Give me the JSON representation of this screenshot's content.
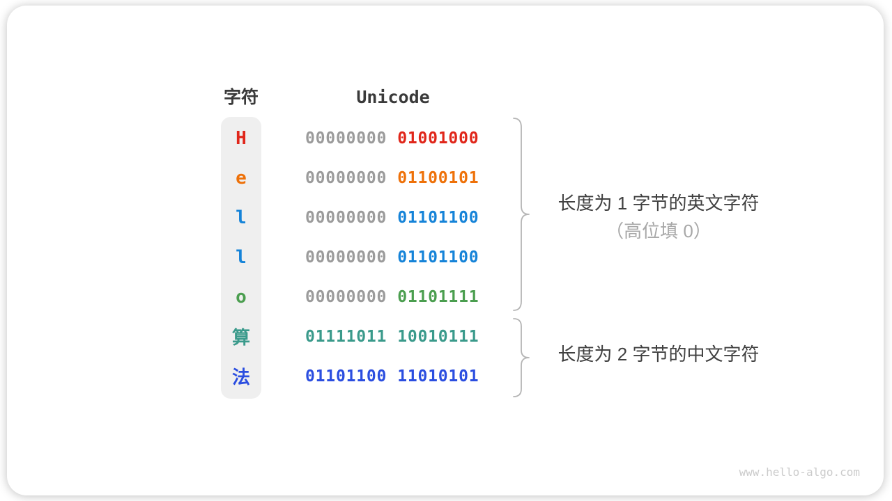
{
  "header": {
    "char_col": "字符",
    "unicode_col": "Unicode"
  },
  "rows": [
    {
      "char": "H",
      "char_color": "#e0261a",
      "byte1": "00000000",
      "byte1_color": "#9b9b9b",
      "byte2": "01001000",
      "byte2_color": "#e0261a"
    },
    {
      "char": "e",
      "char_color": "#ee7109",
      "byte1": "00000000",
      "byte1_color": "#9b9b9b",
      "byte2": "01100101",
      "byte2_color": "#ee7109"
    },
    {
      "char": "l",
      "char_color": "#1583d8",
      "byte1": "00000000",
      "byte1_color": "#9b9b9b",
      "byte2": "01101100",
      "byte2_color": "#1583d8"
    },
    {
      "char": "l",
      "char_color": "#1583d8",
      "byte1": "00000000",
      "byte1_color": "#9b9b9b",
      "byte2": "01101100",
      "byte2_color": "#1583d8"
    },
    {
      "char": "o",
      "char_color": "#4b9e4f",
      "byte1": "00000000",
      "byte1_color": "#9b9b9b",
      "byte2": "01101111",
      "byte2_color": "#4b9e4f"
    },
    {
      "char": "算",
      "char_color": "#3a9a8b",
      "byte1": "01111011",
      "byte1_color": "#3a9a8b",
      "byte2": "10010111",
      "byte2_color": "#3a9a8b"
    },
    {
      "char": "法",
      "char_color": "#2b4ee0",
      "byte1": "01101100",
      "byte1_color": "#2b4ee0",
      "byte2": "11010101",
      "byte2_color": "#2b4ee0"
    }
  ],
  "annotations": [
    {
      "line1": "长度为 1 字节的英文字符",
      "line2": "（高位填 0）"
    },
    {
      "line1": "长度为 2 字节的中文字符"
    }
  ],
  "watermark": "www.hello-algo.com",
  "colors": {
    "bin_gray": "#9b9b9b",
    "header_text": "#3a3a3a",
    "label_dark": "#404040",
    "label_gray": "#a8a8a8",
    "brace": "#b5b5b5",
    "strip_bg": "#efefef",
    "watermark": "#cbcbcb"
  }
}
